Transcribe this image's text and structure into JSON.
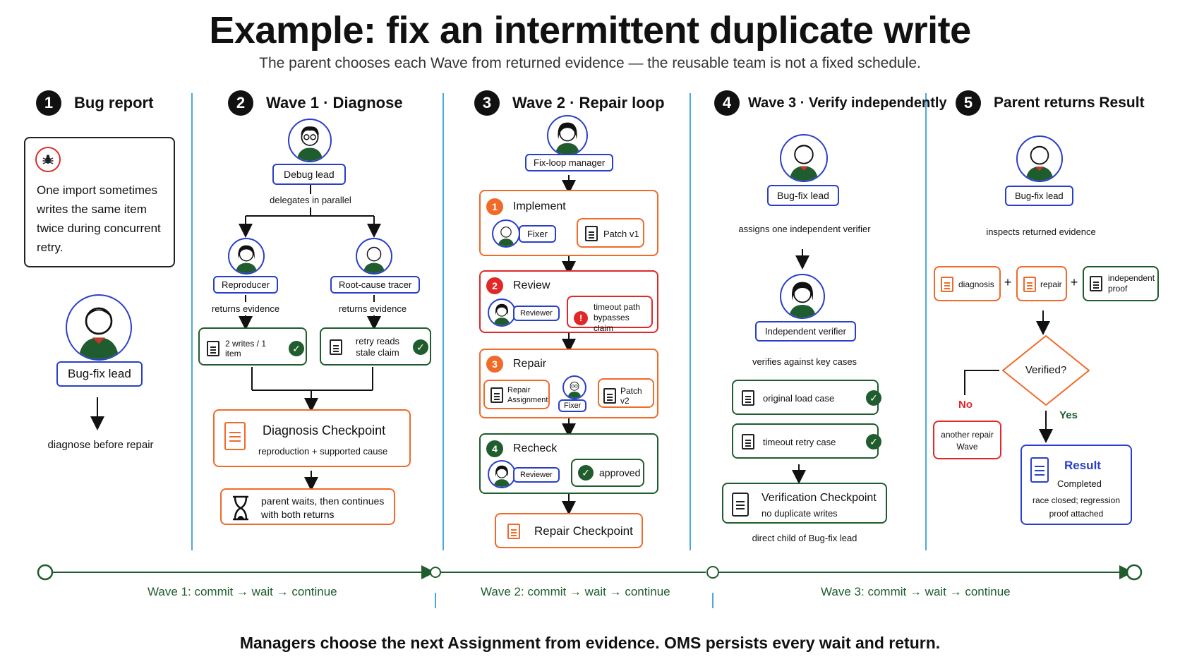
{
  "header": {
    "title": "Example: fix an intermittent duplicate write",
    "subtitle": "The parent chooses each Wave from returned evidence — the reusable team is not a fixed schedule."
  },
  "sections": [
    {
      "num": "1",
      "title": "Bug report"
    },
    {
      "num": "2",
      "title": "Wave 1 · Diagnose"
    },
    {
      "num": "3",
      "title": "Wave 2 · Repair loop"
    },
    {
      "num": "4",
      "title": "Wave 3 · Verify independently"
    },
    {
      "num": "5",
      "title": "Parent returns Result"
    }
  ],
  "bug_report": {
    "text": "One import sometimes writes the same item twice during concurrent retry.",
    "role": "Bug-fix lead",
    "note": "diagnose before repair"
  },
  "wave1": {
    "lead": "Debug lead",
    "delegates": "delegates in parallel",
    "left_role": "Reproducer",
    "right_role": "Root-cause tracer",
    "left_returns": "returns evidence",
    "right_returns": "returns evidence",
    "left_evidence": "2 writes / 1 item",
    "right_evidence": "retry reads stale claim",
    "checkpoint_title": "Diagnosis Checkpoint",
    "checkpoint_sub": "reproduction + supported cause",
    "wait_text": "parent waits, then continues with both returns"
  },
  "wave2": {
    "manager": "Fix-loop manager",
    "steps": [
      {
        "num": "1",
        "title": "Implement",
        "role": "Fixer",
        "item": "Patch v1"
      },
      {
        "num": "2",
        "title": "Review",
        "role": "Reviewer",
        "item": "timeout path bypasses claim"
      },
      {
        "num": "3",
        "title": "Repair",
        "role": "Fixer",
        "assign": "Repair Assignment",
        "item": "Patch v2"
      },
      {
        "num": "4",
        "title": "Recheck",
        "role": "Reviewer",
        "item": "approved"
      }
    ],
    "checkpoint": "Repair Checkpoint"
  },
  "wave3": {
    "lead": "Bug-fix lead",
    "assigns": "assigns one independent verifier",
    "verifier": "Independent verifier",
    "verifies": "verifies against key cases",
    "case1": "original load case",
    "case2": "timeout retry case",
    "checkpoint_title": "Verification Checkpoint",
    "checkpoint_sub": "no duplicate writes",
    "note": "direct child of Bug-fix lead"
  },
  "result": {
    "lead": "Bug-fix lead",
    "inspects": "inspects returned evidence",
    "ev1": "diagnosis",
    "ev2": "repair",
    "ev3": "independent proof",
    "plus": "+",
    "decision": "Verified?",
    "no": "No",
    "yes": "Yes",
    "no_box": "another repair Wave",
    "result_title": "Result",
    "result_status": "Completed",
    "result_desc": "race closed; regression proof attached"
  },
  "timeline": {
    "w1": "Wave 1:  commit → wait → continue",
    "w2": "Wave 2:  commit → wait → continue",
    "w3": "Wave 3:  commit → wait → continue"
  },
  "footer": "Managers choose the next Assignment from evidence. OMS persists every wait and return.",
  "colors": {
    "blue": "#2a3fc9",
    "green": "#1f5c2e",
    "orange": "#f06a2a",
    "red": "#e02828",
    "divider": "#4aa8e0"
  },
  "icons": [
    "bug-icon",
    "document-icon",
    "check-icon",
    "hourglass-icon",
    "alert-icon",
    "person-icon"
  ]
}
